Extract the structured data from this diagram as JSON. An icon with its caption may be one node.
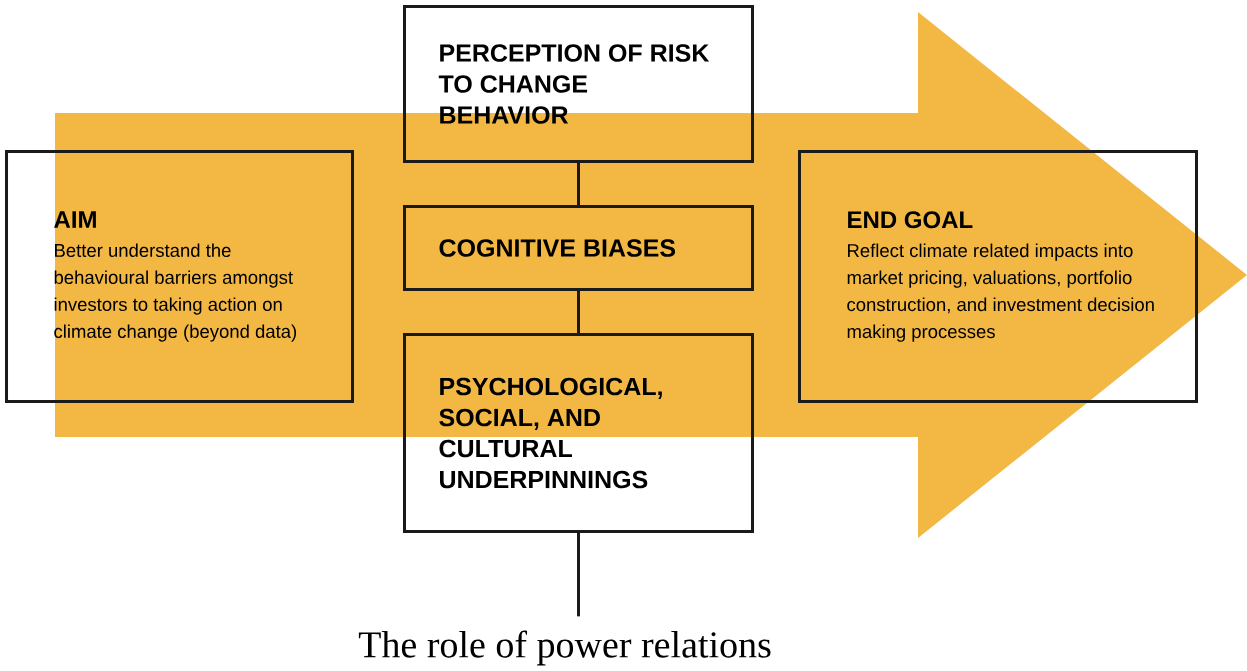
{
  "diagram": {
    "nodes": [
      {
        "text": [
          "AIM",
          "Better understand the behavioural barriers amongst investors to taking action on climate change (beyond data)"
        ]
      },
      {
        "text": [
          "PERCEPTION OF RISK TO CHANGE BEHAVIOR"
        ]
      },
      {
        "text": [
          "COGNITIVE BIASES"
        ]
      },
      {
        "text": [
          "PSYCHOLOGICAL, SOCIAL, AND CULTURAL UNDERPINNINGS"
        ]
      },
      {
        "text": [
          "END GOAL",
          "Reflect climate related impacts into market pricing, valuations, portfolio construction, and investment decision making processes"
        ]
      },
      {
        "text": [
          "The role of power relations"
        ]
      }
    ],
    "edges": [
      {
        "from": 0,
        "to": 4,
        "arrow": "to",
        "style": "thick",
        "color": "#f2b843"
      },
      {
        "from": 1,
        "to": 2,
        "arrow": "none"
      },
      {
        "from": 2,
        "to": 3,
        "arrow": "none"
      },
      {
        "from": 3,
        "to": 5,
        "arrow": "none"
      }
    ]
  }
}
